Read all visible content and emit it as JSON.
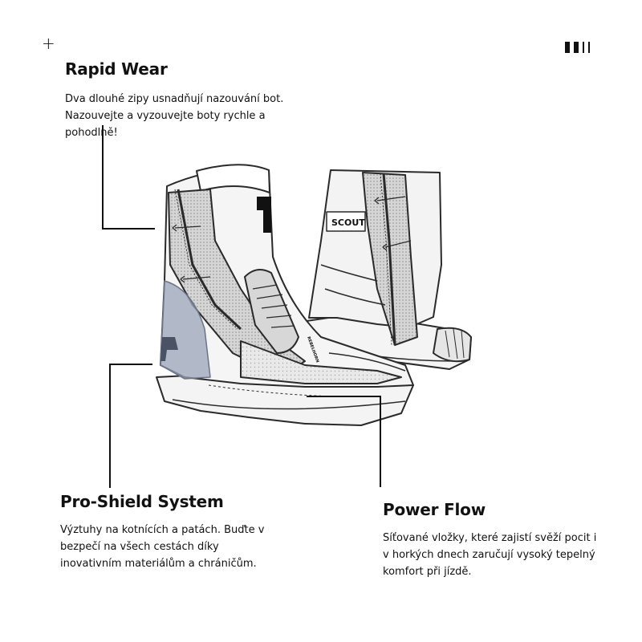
{
  "decor": {
    "plus_glyph": "+"
  },
  "callouts": {
    "rapid_wear": {
      "title": "Rapid Wear",
      "text": "Dva dlouhé zipy usnadňují nazouvání bot. Nazouvejte a vyzouvejte boty rychle a pohodlně!"
    },
    "pro_shield": {
      "title": "Pro-Shield System",
      "text": "Výztuhy na kotnících a patách. Buďte v bezpečí na všech cestách díky inovativním materiálům a chráničům."
    },
    "power_flow": {
      "title": "Power Flow",
      "text": "Síťované vložky, které zajistí svěží pocit i v horkých dnech zaručují vysoký tepelný komfort při jízdě."
    }
  },
  "illustration": {
    "boot_label": "SCOUT",
    "side_label": "REBELHORN"
  },
  "colors": {
    "ink": "#111111",
    "outline": "#2a2a2a",
    "boot_light": "#f2f2f2",
    "mesh": "#d9d9d9",
    "shield": "#9aa4b8"
  }
}
